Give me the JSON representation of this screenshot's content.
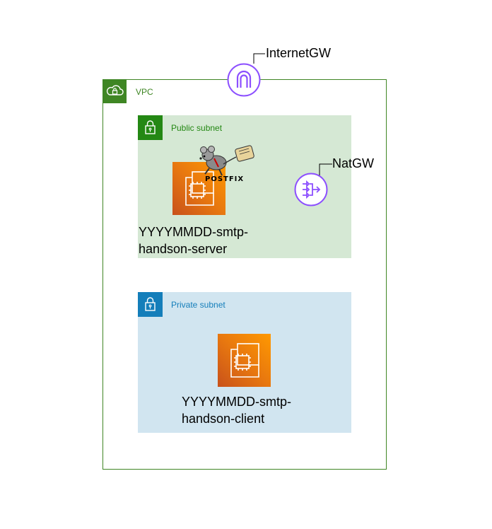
{
  "vpc": {
    "label": "VPC",
    "color": "#3f8624",
    "icon": "vpc-cloud-lock-icon"
  },
  "public_subnet": {
    "label": "Public subnet",
    "color": "#248814",
    "fill": "#d5e8d4",
    "icon": "lock-icon"
  },
  "private_subnet": {
    "label": "Private subnet",
    "color": "#147eba",
    "fill": "#d1e5f0",
    "icon": "lock-icon"
  },
  "internet_gateway": {
    "label": "InternetGW",
    "icon": "internet-gateway-icon",
    "color": "#8c4fff"
  },
  "nat_gateway": {
    "label": "NatGW",
    "icon": "nat-gateway-icon",
    "color": "#8c4fff"
  },
  "server": {
    "line1": "YYYYMMDD-smtp-",
    "line2": "handson-server",
    "icon": "ec2-instance-icon",
    "logo": "POSTFIX"
  },
  "client": {
    "line1": "YYYYMMDD-smtp-",
    "line2": "handson-client",
    "icon": "ec2-instance-icon"
  }
}
